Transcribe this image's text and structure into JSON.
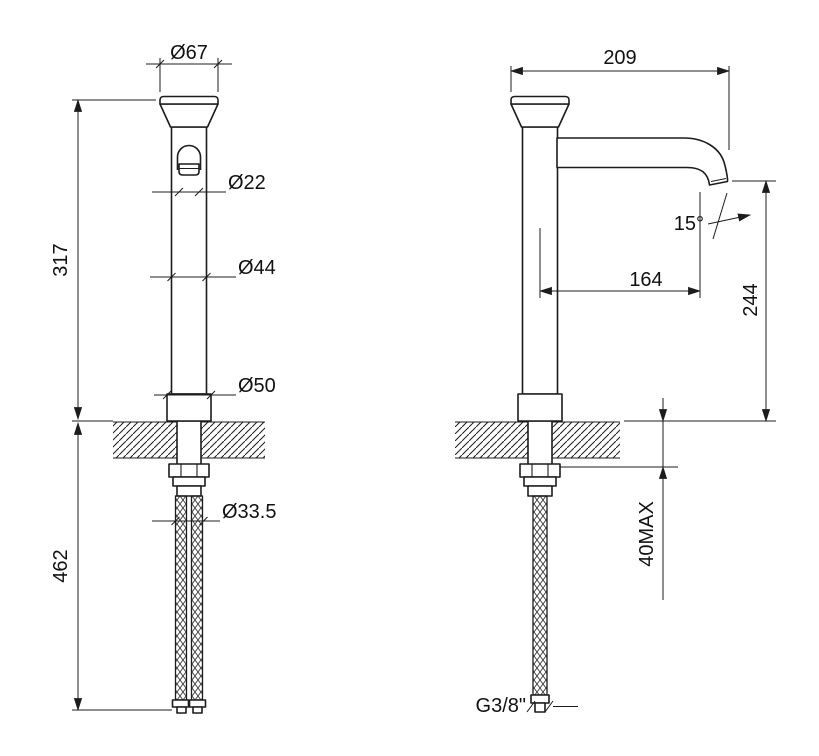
{
  "front_view": {
    "dims": {
      "top_diameter": "Ø67",
      "spout_diameter": "Ø22",
      "body_diameter": "Ø44",
      "base_diameter": "Ø50",
      "hose_diameter": "Ø33.5",
      "height_above_deck": "317",
      "length_below_deck": "462"
    }
  },
  "side_view": {
    "dims": {
      "overall_depth": "209",
      "spout_angle": "15°",
      "spout_reach": "164",
      "spout_height": "244",
      "deck_thickness_max": "40MAX",
      "thread": "G3/8\""
    }
  },
  "style": {
    "line_color": "#1c1c1c",
    "background": "#ffffff"
  }
}
